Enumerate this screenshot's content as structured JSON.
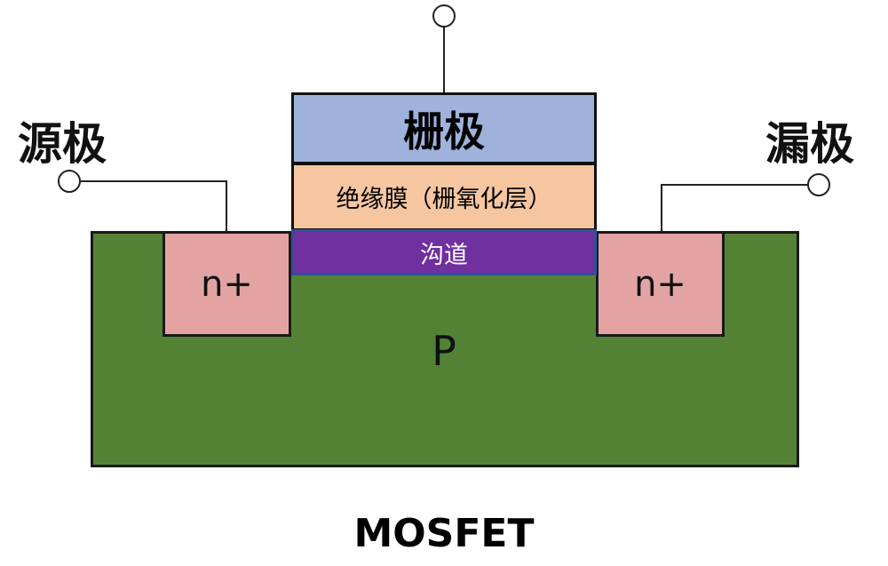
{
  "diagram": {
    "source_label": "源极",
    "drain_label": "漏极",
    "gate_label": "栅极",
    "oxide_label": "绝缘膜（栅氧化层）",
    "channel_label": "沟道",
    "n_plus_left": "n+",
    "n_plus_right": "n+",
    "substrate_label": "P",
    "title": "MOSFET"
  },
  "colors": {
    "substrate": "#548235",
    "n_plus": "#e3a3a3",
    "gate": "#9eb2dc",
    "oxide": "#f6c6a0",
    "channel": "#7030a0"
  }
}
